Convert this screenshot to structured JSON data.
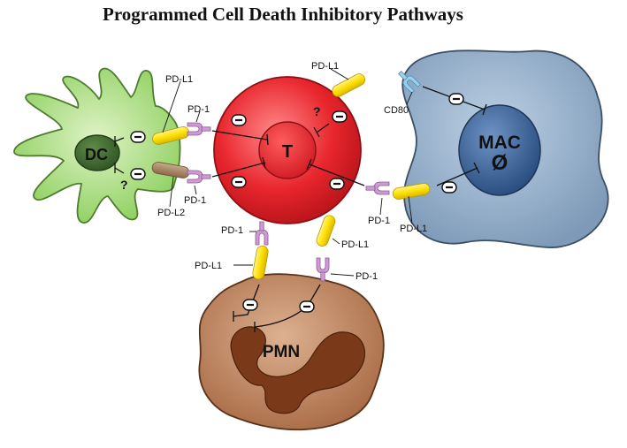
{
  "title": "Programmed Cell Death Inhibitory Pathways",
  "cells": {
    "dc": {
      "label": "DC"
    },
    "t": {
      "label": "T"
    },
    "mac": {
      "label": "MAC",
      "symbol": "Ø"
    },
    "pmn": {
      "label": "PMN"
    }
  },
  "labels": {
    "dc_pdl1": "PD-L1",
    "dc_pd1_upper": "PD-1",
    "dc_pd1_lower": "PD-1",
    "dc_pdl2": "PD-L2",
    "top_pdl1": "PD-L1",
    "cd80": "CD80",
    "mac_pd1": "PD-1",
    "mac_pdl1": "PD-L1",
    "t_pmn_pd1": "PD-1",
    "pmn_pdl1": "PD-L1",
    "t_bottom_pdl1": "PD-L1",
    "pmn_pd1": "PD-1"
  },
  "question_mark": "?",
  "colors": {
    "t_cell": "#e8262d",
    "dendritic_cell": "#8ccf5d",
    "macrophage": "#7e9ab8",
    "pmn": "#a86a45",
    "pd_l1": "#ffe000",
    "pd_l2": "#a8865f",
    "pd_1": "#cf9ad6",
    "cd80": "#9ecfea"
  }
}
